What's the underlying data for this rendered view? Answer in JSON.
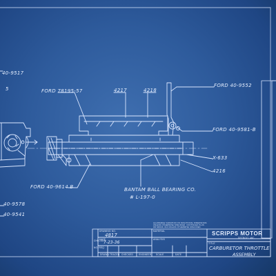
{
  "callouts": {
    "top_left_part": "40-9517",
    "left_part": "5",
    "ford_78195": "FORD 78195-57",
    "num_4217": "4217",
    "num_4218": "4218",
    "ford_9552": "FORD 40-9552",
    "ford_9581b": "FORD 40-9581-B",
    "x633": "X-633",
    "num_4216": "4216",
    "ford_9614b": "FORD 40-9614 B",
    "bantam_line1": "BANTAM BALL BEARING CO.",
    "bantam_line2": "# L-197-0",
    "bottom_left_1": "40-9578",
    "bottom_left_2": "40-9541"
  },
  "title_block": {
    "company": "SCRIPPS MOTOR",
    "location": "DETROIT, MIC",
    "tolerance_note": "ALLOWABLE VARIATION ON FRACTIONAL DIMENSIONS UNLESS OTHERWISE SPECIFIED. CONTINUED PLUS OR MINUS .010 UNLESS OTHERWISE SPECIFIED.",
    "title_label": "TITLE",
    "title_line1": "CARBURETOR THROTTLE",
    "title_line2": "ASSEMBLY",
    "material_label": "MATERIAL",
    "analysis_label": "ANALYSIS",
    "no_req_label": "NO. REQ.",
    "checked_label": "CHECKED",
    "drawing_no_label": "DRAWING NO.",
    "drawing_no": "4817",
    "date_label": "DATE",
    "date": "7-23-36",
    "columns": [
      "DRAWN",
      "TRACED",
      "CHECKED",
      "ENGINEER",
      "SCALE",
      "DATE"
    ]
  }
}
